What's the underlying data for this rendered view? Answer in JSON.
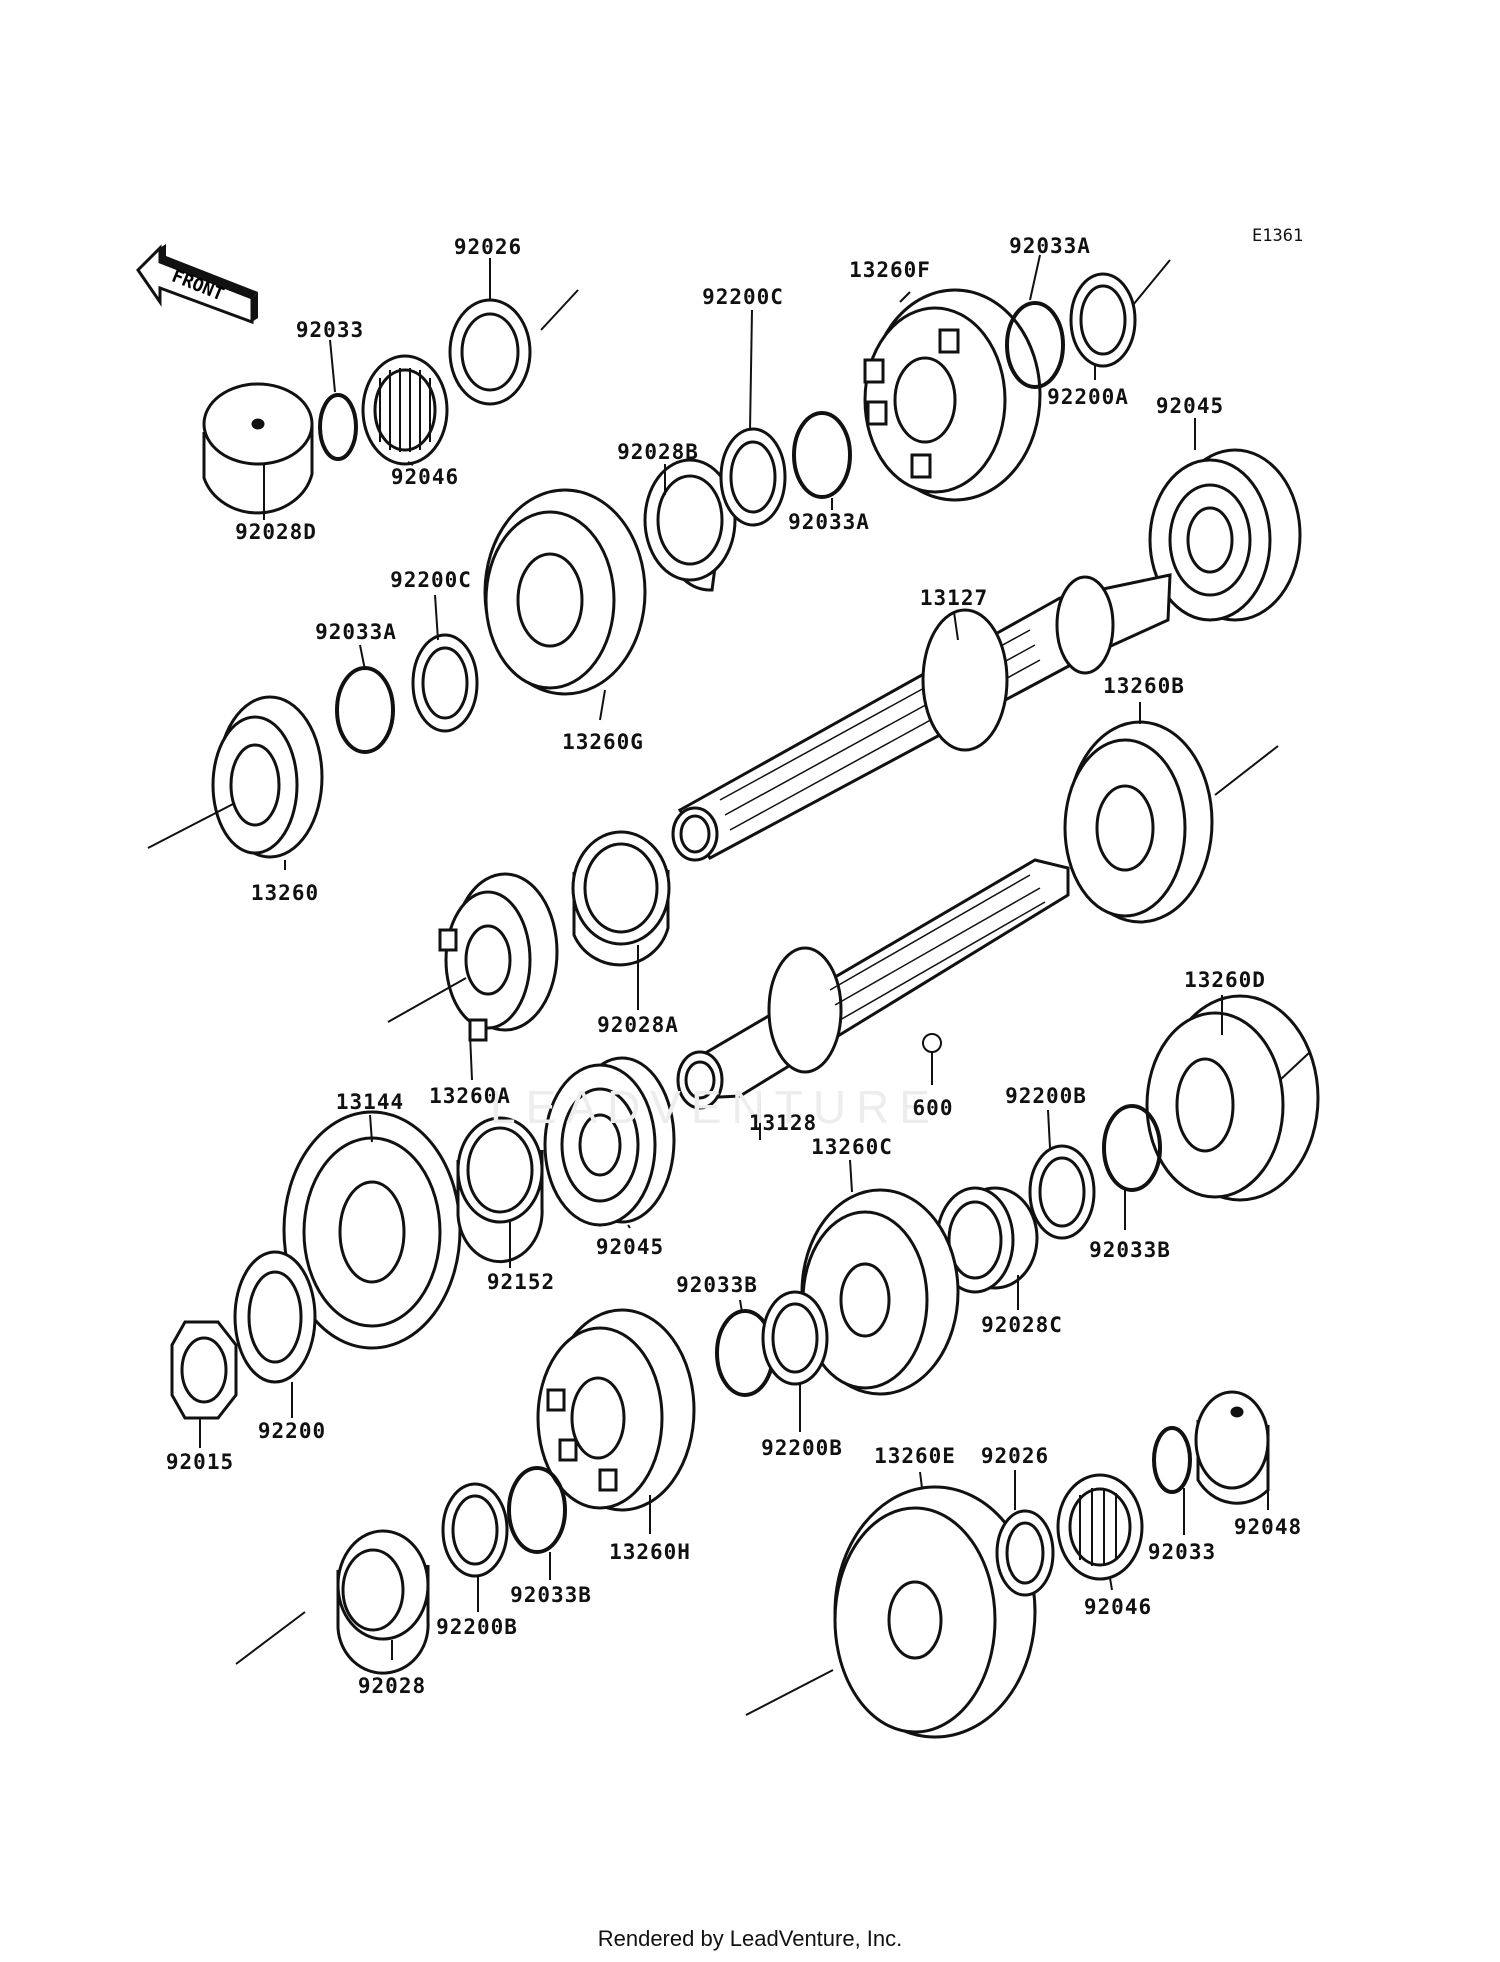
{
  "diagram_code": "E1361",
  "front_label": "FRONT",
  "footer": "Rendered by LeadVenture, Inc.",
  "watermark": "LEADVENTURE",
  "parts": [
    {
      "id": "p1",
      "label": "92026"
    },
    {
      "id": "p2",
      "label": "92033"
    },
    {
      "id": "p3",
      "label": "92046"
    },
    {
      "id": "p4",
      "label": "92028D"
    },
    {
      "id": "p5",
      "label": "13260F"
    },
    {
      "id": "p6",
      "label": "92033A"
    },
    {
      "id": "p7",
      "label": "92200A"
    },
    {
      "id": "p8",
      "label": "92045"
    },
    {
      "id": "p9",
      "label": "92200C"
    },
    {
      "id": "p10",
      "label": "92028B"
    },
    {
      "id": "p11",
      "label": "92033A"
    },
    {
      "id": "p12",
      "label": "92200C"
    },
    {
      "id": "p13",
      "label": "92033A"
    },
    {
      "id": "p14",
      "label": "13260G"
    },
    {
      "id": "p15",
      "label": "13127"
    },
    {
      "id": "p16",
      "label": "13260B"
    },
    {
      "id": "p17",
      "label": "13260"
    },
    {
      "id": "p18",
      "label": "92028A"
    },
    {
      "id": "p19",
      "label": "13260A"
    },
    {
      "id": "p20",
      "label": "13260D"
    },
    {
      "id": "p21",
      "label": "13144"
    },
    {
      "id": "p22",
      "label": "13128"
    },
    {
      "id": "p23",
      "label": "600"
    },
    {
      "id": "p24",
      "label": "92200B"
    },
    {
      "id": "p25",
      "label": "92045"
    },
    {
      "id": "p26",
      "label": "92152"
    },
    {
      "id": "p27",
      "label": "13260C"
    },
    {
      "id": "p28",
      "label": "92033B"
    },
    {
      "id": "p29",
      "label": "92028C"
    },
    {
      "id": "p30",
      "label": "92033B"
    },
    {
      "id": "p31",
      "label": "92200"
    },
    {
      "id": "p32",
      "label": "92015"
    },
    {
      "id": "p33",
      "label": "92200B"
    },
    {
      "id": "p34",
      "label": "13260E"
    },
    {
      "id": "p35",
      "label": "92026"
    },
    {
      "id": "p36",
      "label": "92048"
    },
    {
      "id": "p37",
      "label": "13260H"
    },
    {
      "id": "p38",
      "label": "92033"
    },
    {
      "id": "p39",
      "label": "92046"
    },
    {
      "id": "p40",
      "label": "92033B"
    },
    {
      "id": "p41",
      "label": "92200B"
    },
    {
      "id": "p42",
      "label": "92028"
    }
  ]
}
